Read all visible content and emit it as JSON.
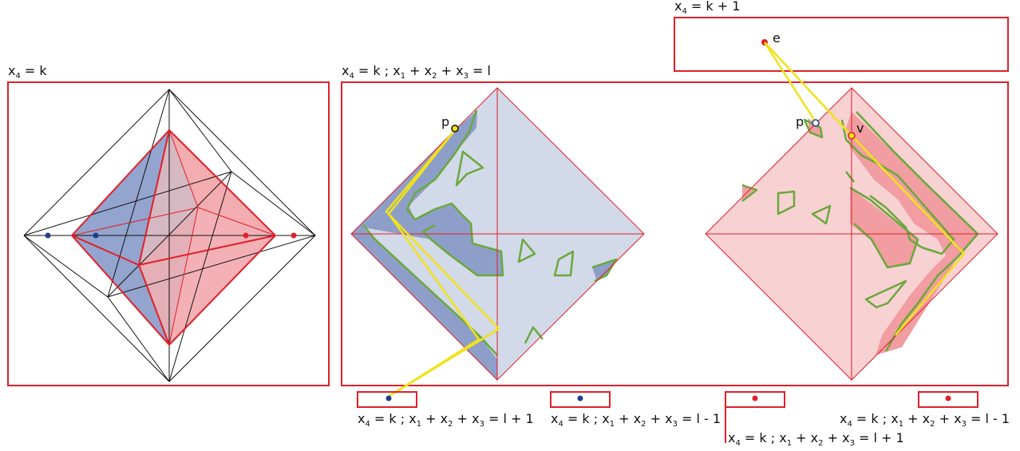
{
  "colors": {
    "frame": "#e0202a",
    "blue_dot": "#1d3f8f",
    "red_dot": "#e0202a",
    "blue_fill": "#6f86bd",
    "light_blue_fill": "#d2d9e8",
    "pink_fill": "#f8d1d3",
    "red_fill": "#f19da1",
    "green_contour": "#6aa83c",
    "yellow_path": "#f2e21a"
  },
  "labels": {
    "left_box": {
      "var": "x",
      "sub": "4",
      "rest": " = k"
    },
    "middle_box": [
      {
        "t": "x",
        "s": "4"
      },
      {
        "t": " = k ;  x",
        "s": "1"
      },
      {
        "t": " + x",
        "s": "2"
      },
      {
        "t": " + x",
        "s": "3"
      },
      {
        "t": " = l",
        "s": ""
      }
    ],
    "top_box": [
      {
        "t": "x",
        "s": "4"
      },
      {
        "t": " = k + 1",
        "s": ""
      }
    ],
    "bottom_1": [
      {
        "t": "x",
        "s": "4"
      },
      {
        "t": " = k ;  x",
        "s": "1"
      },
      {
        "t": " + x",
        "s": "2"
      },
      {
        "t": " + x",
        "s": "3"
      },
      {
        "t": " = l + 1",
        "s": ""
      }
    ],
    "bottom_2": [
      {
        "t": "x",
        "s": "4"
      },
      {
        "t": " = k ;  x",
        "s": "1"
      },
      {
        "t": " + x",
        "s": "2"
      },
      {
        "t": " + x",
        "s": "3"
      },
      {
        "t": " = l - 1",
        "s": ""
      }
    ],
    "bottom_3": [
      {
        "t": "x",
        "s": "4"
      },
      {
        "t": " = k ;  x",
        "s": "1"
      },
      {
        "t": " + x",
        "s": "2"
      },
      {
        "t": " + x",
        "s": "3"
      },
      {
        "t": " = l + 1",
        "s": ""
      }
    ],
    "bottom_4": [
      {
        "t": "x",
        "s": "4"
      },
      {
        "t": " = k ;  x",
        "s": "1"
      },
      {
        "t": " + x",
        "s": "2"
      },
      {
        "t": " + x",
        "s": "3"
      },
      {
        "t": " = l - 1",
        "s": ""
      }
    ]
  },
  "points": {
    "p_left": "p",
    "p_right": "p",
    "v": "v",
    "e": "e"
  }
}
